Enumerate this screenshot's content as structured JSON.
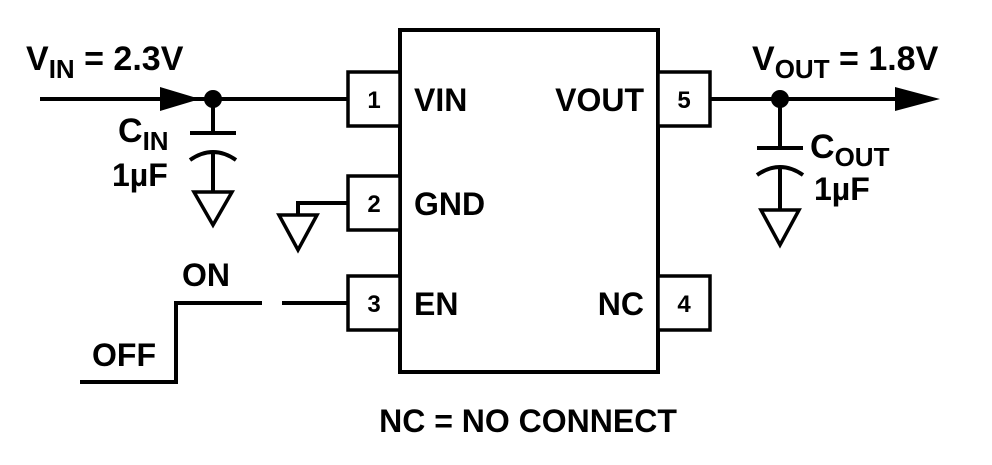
{
  "input": {
    "voltage_label": "V",
    "voltage_sub": "IN",
    "voltage_value": " = 2.3V",
    "cap_label": "C",
    "cap_sub": "IN",
    "cap_value": "1µF"
  },
  "output": {
    "voltage_label": "V",
    "voltage_sub": "OUT",
    "voltage_value": " = 1.8V",
    "cap_label": "C",
    "cap_sub": "OUT",
    "cap_value": "1µF"
  },
  "chip": {
    "pins": [
      {
        "number": "1",
        "name": "VIN"
      },
      {
        "number": "2",
        "name": "GND"
      },
      {
        "number": "3",
        "name": "EN"
      },
      {
        "number": "4",
        "name": "NC"
      },
      {
        "number": "5",
        "name": "VOUT"
      }
    ]
  },
  "enable": {
    "on_label": "ON",
    "off_label": "OFF"
  },
  "footnote": "NC = NO CONNECT"
}
